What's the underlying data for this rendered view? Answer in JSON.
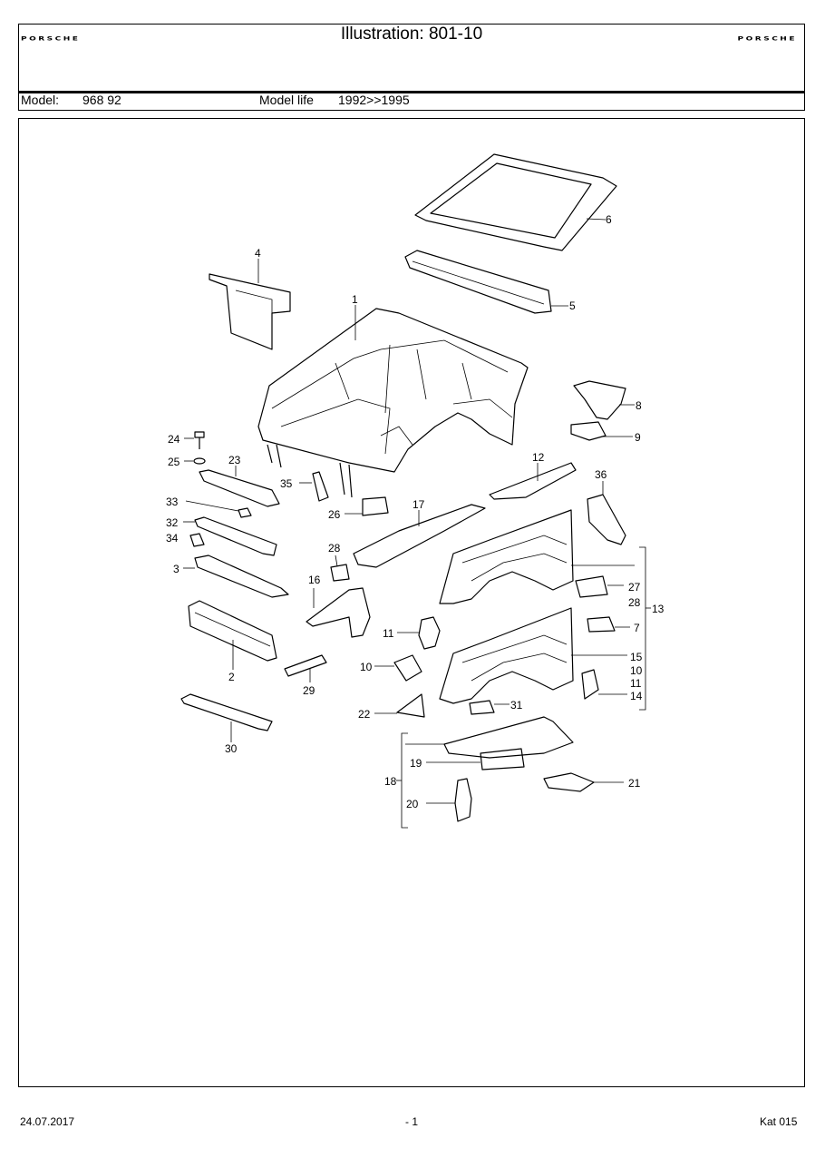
{
  "header": {
    "brand_left": "PORSCHE",
    "brand_right": "PORSCHE",
    "title": "Illustration: 801-10",
    "model_label": "Model:",
    "model_value": "968 92",
    "model_life_label": "Model life",
    "model_life_value": "1992>>1995"
  },
  "diagram": {
    "callouts": [
      "1",
      "2",
      "3",
      "4",
      "5",
      "6",
      "7",
      "8",
      "9",
      "10",
      "11",
      "12",
      "13",
      "14",
      "15",
      "16",
      "17",
      "18",
      "19",
      "20",
      "21",
      "22",
      "23",
      "24",
      "25",
      "26",
      "27",
      "28",
      "29",
      "30",
      "31",
      "32",
      "33",
      "34",
      "35",
      "36"
    ],
    "bracket_13_labels": [
      "27",
      "28",
      "7",
      "15",
      "10",
      "11",
      "14"
    ]
  },
  "footer": {
    "date": "24.07.2017",
    "page": "- 1",
    "catalog": "Kat 015"
  }
}
